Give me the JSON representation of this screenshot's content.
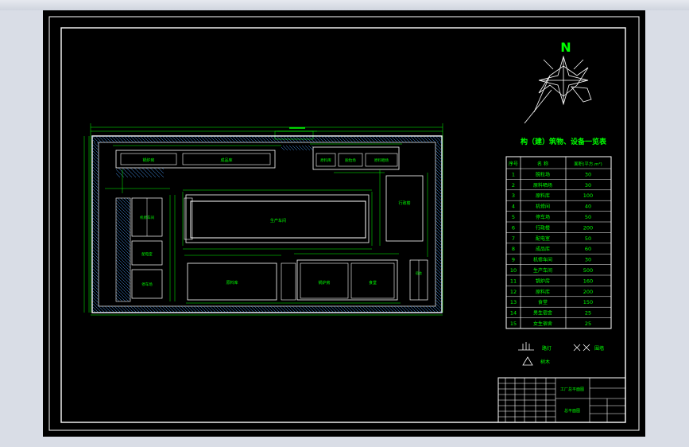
{
  "north_label": "N",
  "table": {
    "title": "构（建）筑物、设备一览表",
    "headers": [
      "序号",
      "名 称",
      "面积(平方.m²)"
    ],
    "rows": [
      [
        "1",
        "脱粒场",
        "30"
      ],
      [
        "2",
        "原料晒场",
        "30"
      ],
      [
        "3",
        "原料库",
        "100"
      ],
      [
        "4",
        "机修间",
        "40"
      ],
      [
        "5",
        "停车场",
        "50"
      ],
      [
        "6",
        "行政楼",
        "200"
      ],
      [
        "7",
        "配电室",
        "50"
      ],
      [
        "8",
        "成品库",
        "60"
      ],
      [
        "9",
        "机修车间",
        "30"
      ],
      [
        "10",
        "生产车间",
        "500"
      ],
      [
        "11",
        "锅炉房",
        "160"
      ],
      [
        "12",
        "原料库",
        "200"
      ],
      [
        "13",
        "食堂",
        "150"
      ],
      [
        "14",
        "男生宿舍",
        "25"
      ],
      [
        "15",
        "女生宿舍",
        "25"
      ]
    ]
  },
  "legend": {
    "gate_label": "路灯",
    "tree_label": "围墙",
    "triangle_label": "树木"
  },
  "plan_labels": {
    "room_a": "锅炉房",
    "room_b": "成品库",
    "production": "生产车间",
    "office": "行政楼",
    "left_top": "机修车间",
    "left_mid": "配电室",
    "left_bot": "停车场",
    "bottom_a": "原料库",
    "bottom_b": "锅炉房",
    "bottom_c": "食堂",
    "right_top_a": "原料库",
    "right_top_b": "脱粒场",
    "right_top_c": "原料晒场",
    "right_side": "宿舍"
  },
  "title_block": {
    "drawing_name": "工厂总平面图",
    "sheet_name": "总平面图"
  }
}
